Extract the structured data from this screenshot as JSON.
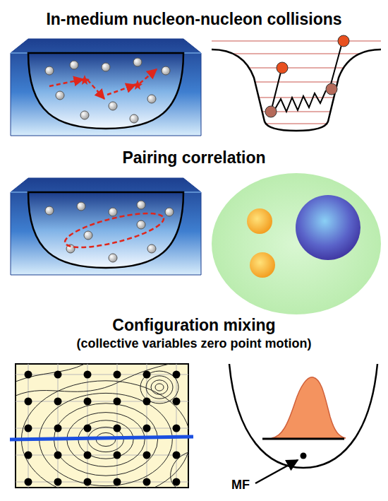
{
  "diagram": {
    "labels": [
      "In-medium nucleon-nucleon collisions",
      "Pairing correlation",
      "Configuration mixing",
      "(collective variables zero point motion)",
      "MF"
    ]
  }
}
